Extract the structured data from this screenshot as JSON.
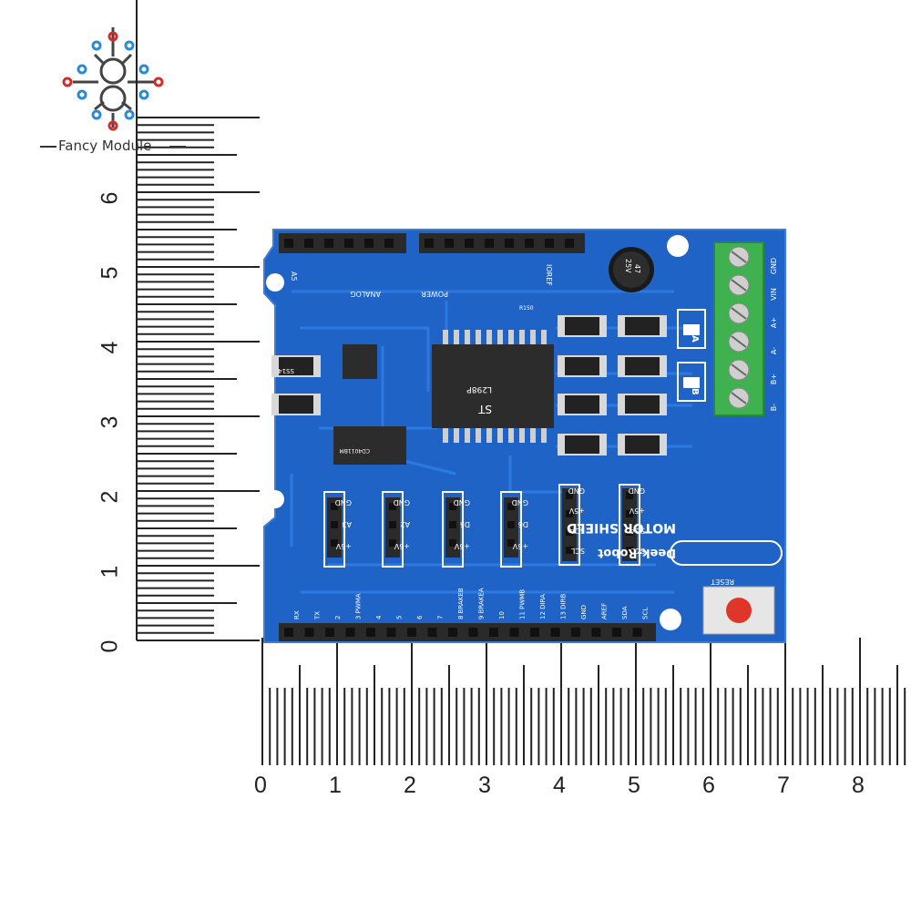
{
  "brand": {
    "name": "Fancy Module"
  },
  "ruler": {
    "horizontal_labels": [
      "0",
      "1",
      "2",
      "3",
      "4",
      "5",
      "6",
      "7",
      "8"
    ],
    "vertical_labels": [
      "0",
      "1",
      "2",
      "3",
      "4",
      "5",
      "6"
    ]
  },
  "board": {
    "title": "MOTOR SHIELD",
    "maker": "Deek-Robot",
    "reset": "RESET",
    "header_labels_top": {
      "analog": "ANALOG",
      "power": "POWER",
      "a5": "A5",
      "aref": "IOREF"
    },
    "terminal_labels": [
      "GND",
      "VIN",
      "A+",
      "A-",
      "B+",
      "B-"
    ],
    "channel_labels": {
      "a": "A",
      "b": "B"
    },
    "jumper_groups": [
      {
        "labels": [
          "GND",
          "A3",
          "+5V"
        ]
      },
      {
        "labels": [
          "GND",
          "A2",
          "+5V"
        ]
      },
      {
        "labels": [
          "GND",
          "D5",
          "+5V"
        ]
      },
      {
        "labels": [
          "GND",
          "D6",
          "+5V"
        ]
      }
    ],
    "i2c_groups": [
      {
        "labels": [
          "GND",
          "+5V",
          "SDA",
          "SCL"
        ]
      },
      {
        "labels": [
          "GND",
          "+5V",
          "SDA",
          "SCL"
        ]
      }
    ],
    "bottom_pins": [
      "RX",
      "TX",
      "2",
      "3 PWMA",
      "4",
      "5",
      "6",
      "7",
      "8 BRAKEB",
      "9 BRAKEA",
      "10",
      "11 PWMB",
      "12 DIRA",
      "13 DIRB",
      "GND",
      "AREF",
      "SDA",
      "SCL"
    ],
    "capacitor": {
      "value": "47",
      "voltage": "25V"
    },
    "chip": {
      "maker": "ST",
      "part": "L298P"
    },
    "resistor_label": "R150",
    "diode_label": "SS14",
    "ic_label": "CD4011BM"
  },
  "colors": {
    "pcb": "#1f63c6",
    "pcb_trace": "#2b78dc",
    "terminal": "#3fb24f",
    "header": "#2a2a2a",
    "reset_button": "#e0362a"
  }
}
